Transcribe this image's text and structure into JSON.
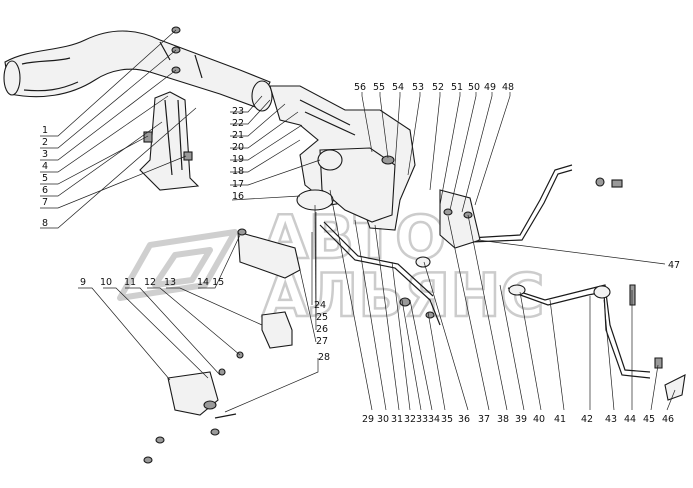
{
  "callouts": [
    {
      "id": "1",
      "text": "1"
    },
    {
      "id": "2",
      "text": "2"
    },
    {
      "id": "3",
      "text": "3"
    },
    {
      "id": "4",
      "text": "4"
    },
    {
      "id": "5",
      "text": "5"
    },
    {
      "id": "6",
      "text": "6"
    },
    {
      "id": "7",
      "text": "7"
    },
    {
      "id": "8",
      "text": "8"
    },
    {
      "id": "9",
      "text": "9"
    },
    {
      "id": "10",
      "text": "10"
    },
    {
      "id": "11",
      "text": "11"
    },
    {
      "id": "12",
      "text": "12"
    },
    {
      "id": "13",
      "text": "13"
    },
    {
      "id": "14_15",
      "text": "14 15"
    },
    {
      "id": "16",
      "text": "16"
    },
    {
      "id": "17",
      "text": "17"
    },
    {
      "id": "18",
      "text": "18"
    },
    {
      "id": "19",
      "text": "19"
    },
    {
      "id": "20",
      "text": "20"
    },
    {
      "id": "21",
      "text": "21"
    },
    {
      "id": "22",
      "text": "22"
    },
    {
      "id": "23",
      "text": "23"
    },
    {
      "id": "24",
      "text": "24"
    },
    {
      "id": "25",
      "text": "25"
    },
    {
      "id": "26",
      "text": "26"
    },
    {
      "id": "27",
      "text": "27"
    },
    {
      "id": "28",
      "text": "28"
    },
    {
      "id": "29",
      "text": "29"
    },
    {
      "id": "30",
      "text": "30"
    },
    {
      "id": "31",
      "text": "31"
    },
    {
      "id": "32",
      "text": "32"
    },
    {
      "id": "33",
      "text": "33"
    },
    {
      "id": "34",
      "text": "34"
    },
    {
      "id": "35",
      "text": "35"
    },
    {
      "id": "36",
      "text": "36"
    },
    {
      "id": "37",
      "text": "37"
    },
    {
      "id": "38",
      "text": "38"
    },
    {
      "id": "39",
      "text": "39"
    },
    {
      "id": "40",
      "text": "40"
    },
    {
      "id": "41",
      "text": "41"
    },
    {
      "id": "42",
      "text": "42"
    },
    {
      "id": "43",
      "text": "43"
    },
    {
      "id": "44",
      "text": "44"
    },
    {
      "id": "45",
      "text": "45"
    },
    {
      "id": "46",
      "text": "46"
    },
    {
      "id": "47",
      "text": "47"
    },
    {
      "id": "48",
      "text": "48"
    },
    {
      "id": "49",
      "text": "49"
    },
    {
      "id": "50",
      "text": "50"
    },
    {
      "id": "51",
      "text": "51"
    },
    {
      "id": "52",
      "text": "52"
    },
    {
      "id": "53",
      "text": "53"
    },
    {
      "id": "54",
      "text": "54"
    },
    {
      "id": "55",
      "text": "55"
    },
    {
      "id": "56",
      "text": "56"
    }
  ],
  "watermark": {
    "line1": "АВТО",
    "line2": "АЛЬЯНС"
  },
  "colors": {
    "ink": "#1a1a1a",
    "watermark": "#cccccc",
    "background": "#ffffff"
  }
}
